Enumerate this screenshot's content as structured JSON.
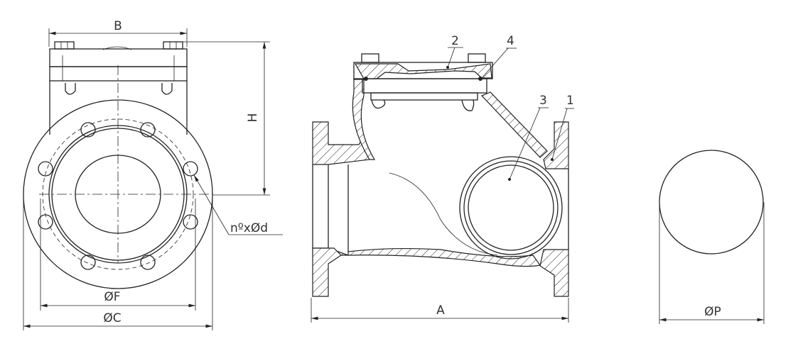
{
  "front_view": {
    "dim_B": "B",
    "dim_H": "H",
    "dim_F": "ØF",
    "dim_C": "ØC",
    "bolt_holes": "nºxØd"
  },
  "side_view": {
    "dim_A": "A",
    "parts": [
      "1",
      "2",
      "3",
      "4"
    ]
  },
  "disc_view": {
    "dim_P": "ØP"
  },
  "colors": {
    "line": "#222222",
    "text": "#333333",
    "background": "#ffffff"
  }
}
